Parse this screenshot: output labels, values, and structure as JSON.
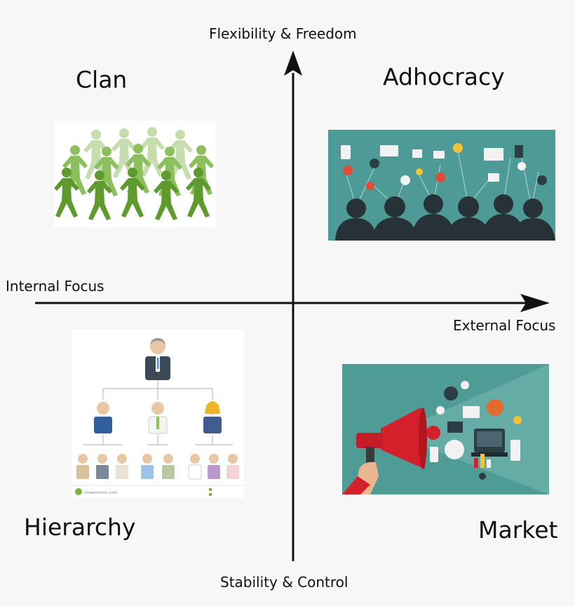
{
  "axes": {
    "top_label": "Flexibility & Freedom",
    "bottom_label": "Stability & Control",
    "left_label": "Internal Focus",
    "right_label": "External Focus"
  },
  "quadrants": {
    "top_left": {
      "title": "Clan",
      "image": "green-paper-people-chain"
    },
    "top_right": {
      "title": "Adhocracy",
      "image": "people-with-idea-icons"
    },
    "bottom_left": {
      "title": "Hierarchy",
      "image": "organization-chart"
    },
    "bottom_right": {
      "title": "Market",
      "image": "megaphone-marketing-icons"
    }
  },
  "watermark": {
    "text": "Dreamstime.com"
  },
  "colors": {
    "background": "#f7f7f7",
    "axis": "#111111",
    "clan_green": "#5f9a2f",
    "teal": "#4e9a96",
    "market_teal": "#4f9c97",
    "megaphone_red": "#d3202a"
  }
}
